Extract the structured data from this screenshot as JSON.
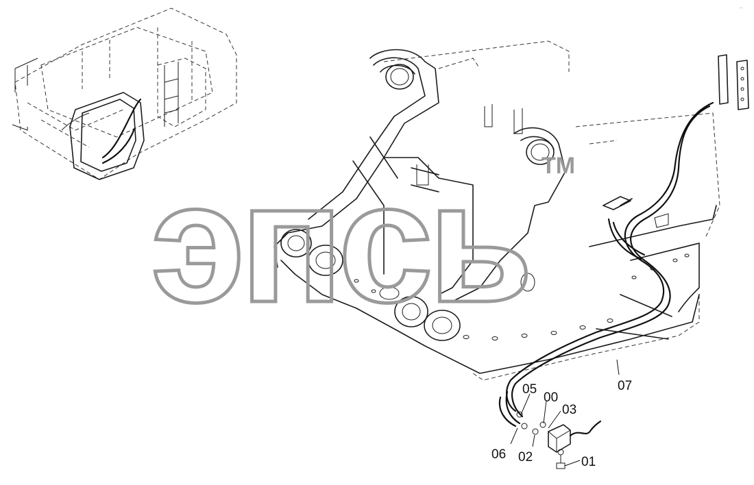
{
  "watermark": {
    "text": "эпсь",
    "tm": "TM"
  },
  "corner_mark": "…",
  "callouts": [
    {
      "id": "07",
      "label": "07"
    },
    {
      "id": "05",
      "label": "05"
    },
    {
      "id": "00",
      "label": "00"
    },
    {
      "id": "03",
      "label": "03"
    },
    {
      "id": "06",
      "label": "06"
    },
    {
      "id": "02",
      "label": "02"
    },
    {
      "id": "01",
      "label": "01"
    }
  ]
}
